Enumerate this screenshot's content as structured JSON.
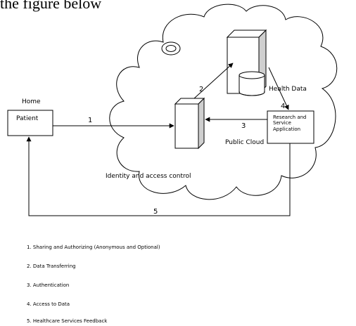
{
  "heading": "the figure below",
  "labels": {
    "home": "Home",
    "patient": "Patient",
    "health_data": "Health Data",
    "research_app": "Research and Service Application",
    "public_cloud": "Public Cloud",
    "identity_access": "Identity and access control"
  },
  "edge_numbers": [
    "1",
    "2",
    "3",
    "4",
    "5"
  ],
  "legend": [
    "1. Sharing and Authorizing (Anonymous and Optional)",
    "2. Data Transferring",
    "3. Authentication",
    "4. Access to Data",
    "5. Healthcare Services Feedback"
  ],
  "colors": {
    "line": "#000000",
    "server_side": "#cfcfcf",
    "background": "#ffffff"
  }
}
